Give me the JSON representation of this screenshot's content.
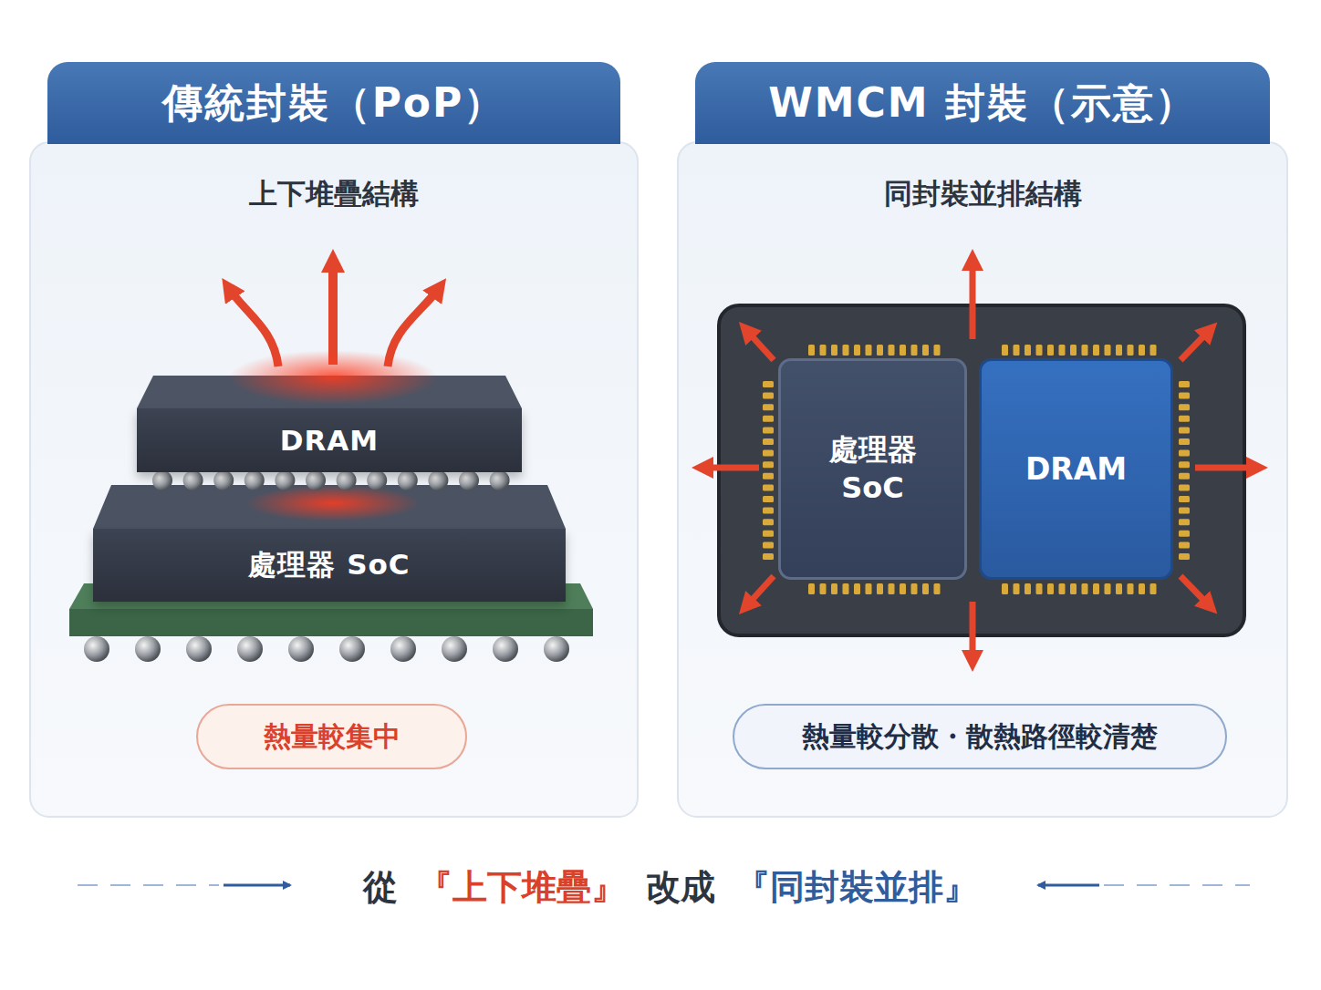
{
  "diagram": {
    "nodes": [
      {
        "text": [
          "傳統封裝（PoP）",
          "上下堆疊結構"
        ]
      },
      {
        "text": [
          "DRAM"
        ],
        "in": 0
      },
      {
        "text": [
          "處理器 SoC"
        ],
        "in": 0
      },
      {
        "text": [
          "熱量較集中"
        ],
        "in": 0
      },
      {
        "text": [
          "WMCM 封裝（示意）",
          "同封裝並排結構"
        ]
      },
      {
        "text": [
          "處理器 SoC"
        ],
        "in": 4
      },
      {
        "text": [
          "DRAM"
        ],
        "in": 4
      },
      {
        "text": [
          "熱量較分散・散熱路徑較清楚"
        ],
        "in": 4
      }
    ],
    "labels": [
      "從",
      "『上下堆疊』",
      "改成",
      "『同封裝並排』"
    ]
  }
}
